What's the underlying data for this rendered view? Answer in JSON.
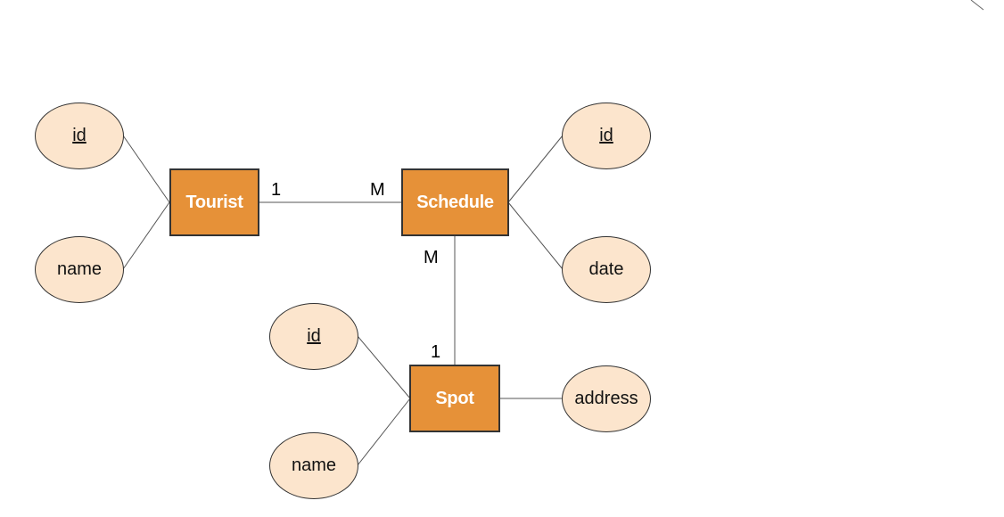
{
  "colors": {
    "entity_fill": "#e69138",
    "entity_text": "#ffffff",
    "attribute_fill": "#fce5cd",
    "outline": "#333333",
    "line": "#555555"
  },
  "entities": {
    "tourist": "Tourist",
    "schedule": "Schedule",
    "spot": "Spot"
  },
  "attributes": {
    "tourist_id": "id",
    "tourist_name": "name",
    "schedule_id": "id",
    "schedule_date": "date",
    "spot_id": "id",
    "spot_name": "name",
    "spot_address": "address"
  },
  "cardinalities": {
    "tourist_side": "1",
    "schedule_side_from_tourist": "M",
    "schedule_side_from_spot": "M",
    "spot_side": "1"
  }
}
